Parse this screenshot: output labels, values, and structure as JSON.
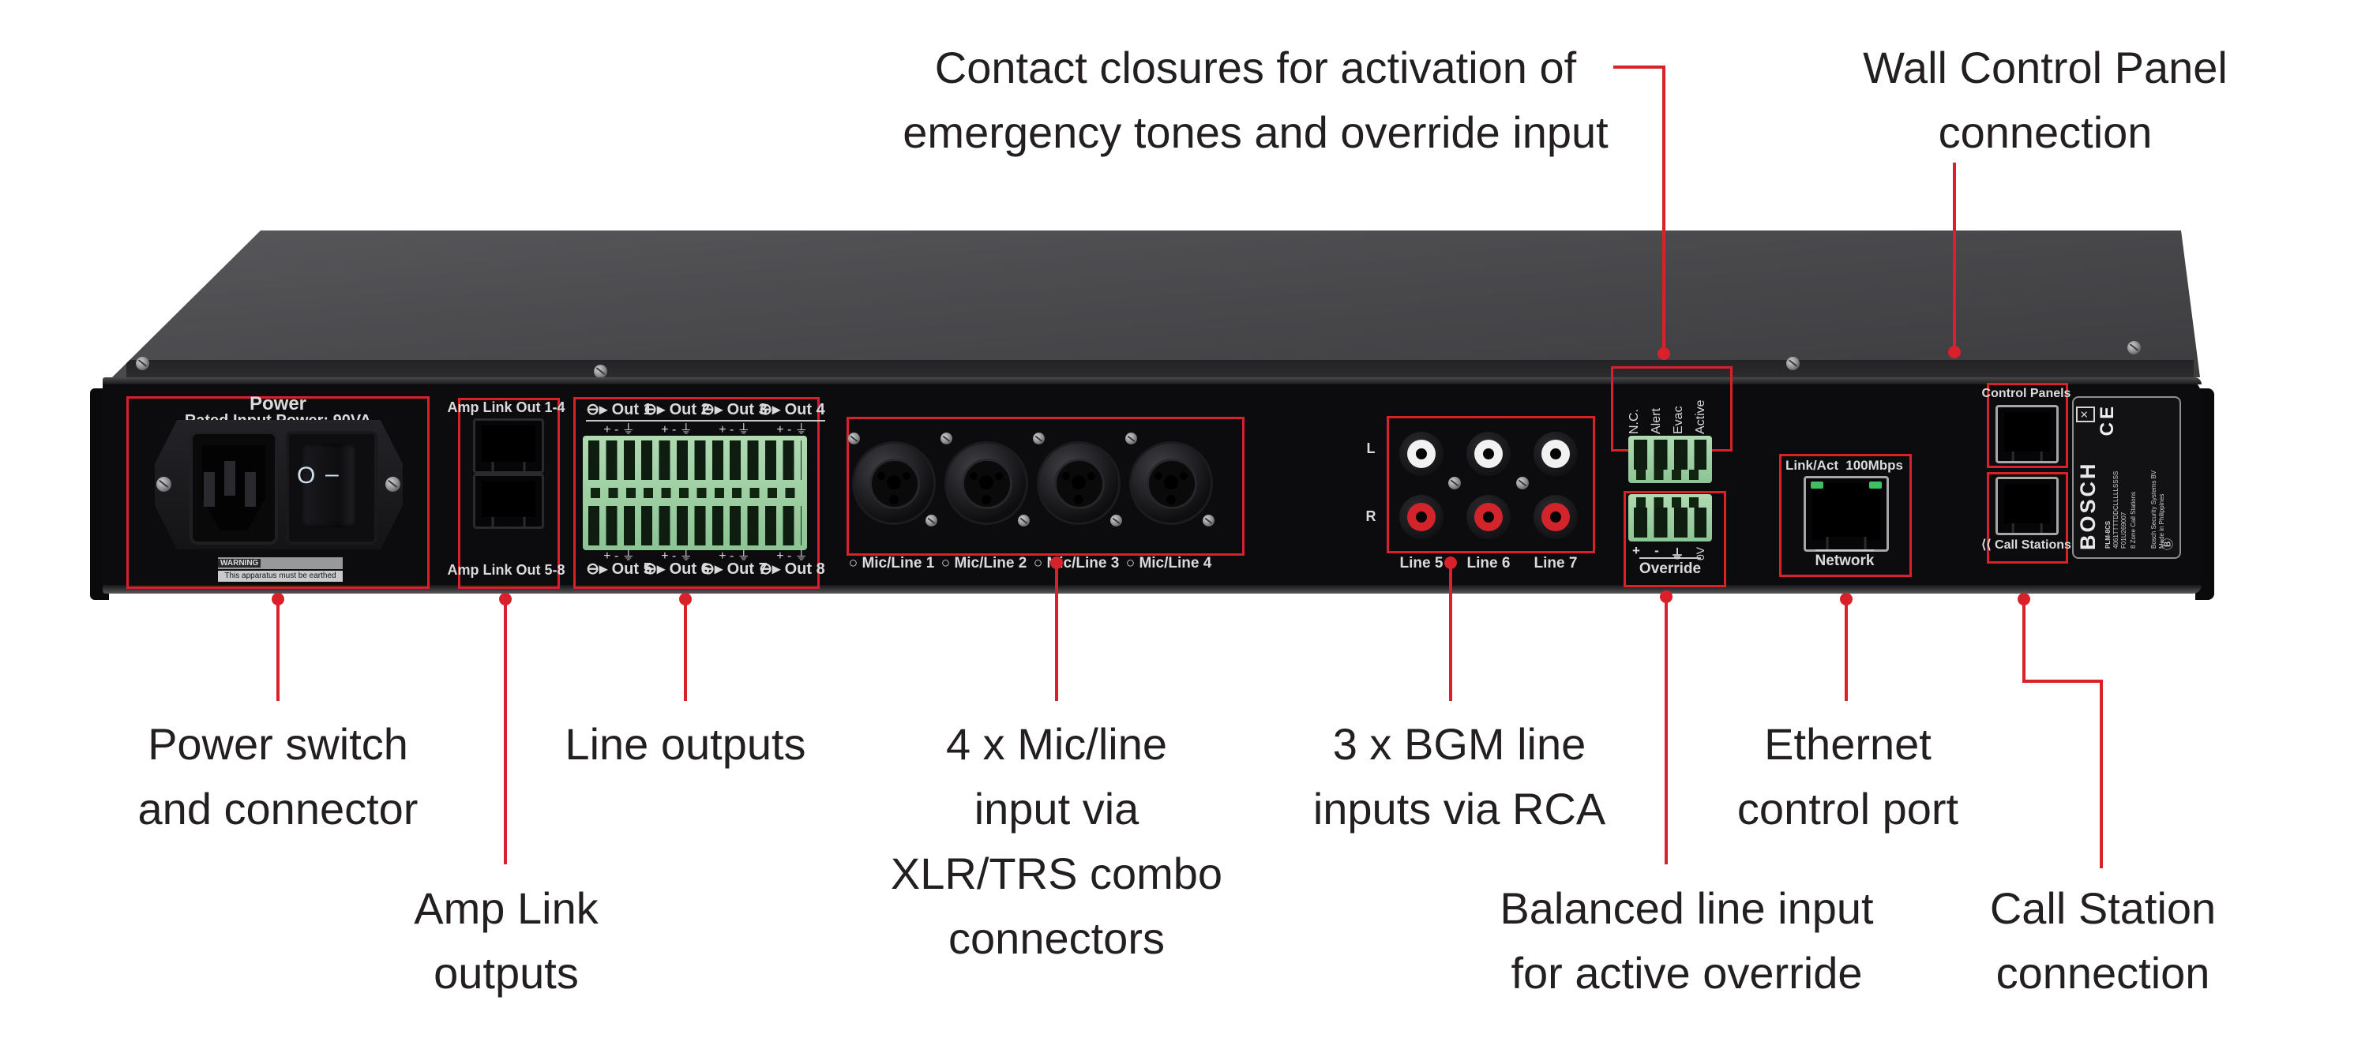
{
  "annotations": {
    "contact_closures": {
      "line1": "Contact closures for activation of",
      "line2": "emergency tones and override input"
    },
    "wall_control": {
      "line1": "Wall Control Panel",
      "line2": "connection"
    },
    "power": {
      "line1": "Power switch",
      "line2": "and connector"
    },
    "amp_link": {
      "line1": "Amp Link",
      "line2": "outputs"
    },
    "line_outputs": {
      "line1": "Line outputs"
    },
    "mic_line": {
      "line1": "4 x Mic/line",
      "line2": "input via",
      "line3": "XLR/TRS combo",
      "line4": "connectors"
    },
    "bgm": {
      "line1": "3 x BGM line",
      "line2": "inputs via RCA"
    },
    "balanced": {
      "line1": "Balanced line input",
      "line2": "for active override"
    },
    "ethernet": {
      "line1": "Ethernet",
      "line2": "control port"
    },
    "call_station": {
      "line1": "Call Station",
      "line2": "connection"
    }
  },
  "panel": {
    "power": {
      "title": "Power",
      "rating": "Rated Input Power: 90VA",
      "switch_off": "O",
      "switch_on": "–",
      "warning": "WARNING",
      "earth": "This apparatus must be earthed"
    },
    "amp_link": {
      "top": "Amp Link Out 1-4",
      "bottom": "Amp Link Out 5-8"
    },
    "line_out": {
      "icon": "⊖▸",
      "top": [
        "Out 1",
        "Out 2",
        "Out 3",
        "Out 4"
      ],
      "bottom": [
        "Out 5",
        "Out 6",
        "Out 7",
        "Out 8"
      ],
      "pins": "+   -   ⏚"
    },
    "mic_line": {
      "icon": "○",
      "labels": [
        "Mic/Line 1",
        "Mic/Line 2",
        "Mic/Line 3",
        "Mic/Line 4"
      ]
    },
    "rca": {
      "left": "L",
      "right": "R",
      "labels": [
        "Line 5",
        "Line 6",
        "Line 7"
      ]
    },
    "contact": {
      "labels": [
        "N.C.",
        "Alert",
        "Evac",
        "Active"
      ]
    },
    "override": {
      "pin1": "+",
      "pin2": "-",
      "pin3": "⏚",
      "pin4": "0V",
      "label": "Override"
    },
    "network": {
      "link": "Link/Act",
      "speed": "100Mbps",
      "label": "Network"
    },
    "stations": {
      "top": "Control Panels",
      "bottom": "Call Stations",
      "icon": "⟨⟨"
    },
    "sticker": {
      "brand": "BOSCH",
      "weee": "✕",
      "ce": "CE",
      "model": "PLM-8CS",
      "code": "4061TTTTDDCLLLLLSSSS",
      "serial": "F01U269007",
      "desc": "8 Zone Call Stations",
      "mfr": "Bosch Security Systems BV",
      "origin": "Made in Philippines",
      "logo": "Ⓑ"
    }
  },
  "colors": {
    "accent": "#da202b",
    "terminal_green": "#9ccf9e",
    "label_text": "#231f20",
    "panel_text": "#dadada"
  }
}
